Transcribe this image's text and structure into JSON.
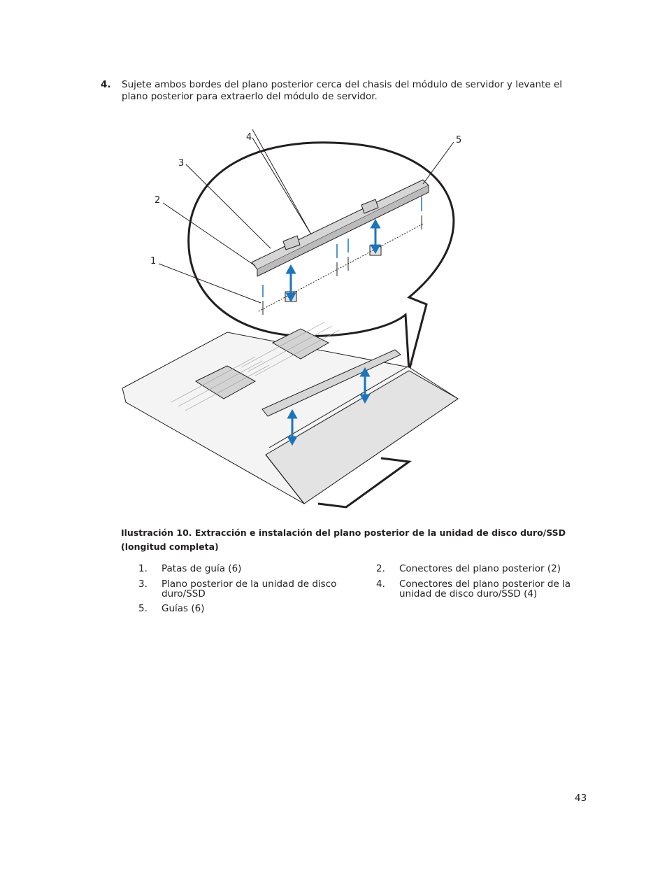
{
  "step": {
    "number": "4.",
    "text": "Sujete ambos bordes del plano posterior cerca del chasis del módulo de servidor y levante el plano posterior para extraerlo del módulo de servidor."
  },
  "figure": {
    "callouts": [
      "1",
      "2",
      "3",
      "4",
      "5"
    ]
  },
  "caption": "Ilustración 10. Extracción e instalación del plano posterior de la unidad de disco duro/SSD (longitud completa)",
  "legend": [
    {
      "num": "1.",
      "text": "Patas de guía (6)"
    },
    {
      "num": "2.",
      "text": "Conectores del plano posterior (2)"
    },
    {
      "num": "3.",
      "text": "Plano posterior de la unidad de disco duro/SSD"
    },
    {
      "num": "4.",
      "text": "Conectores del plano posterior de la unidad de disco duro/SSD (4)"
    },
    {
      "num": "5.",
      "text": "Guías (6)"
    }
  ],
  "page_number": "43",
  "colors": {
    "arrow": "#1b75bc",
    "line": "#231f20"
  }
}
